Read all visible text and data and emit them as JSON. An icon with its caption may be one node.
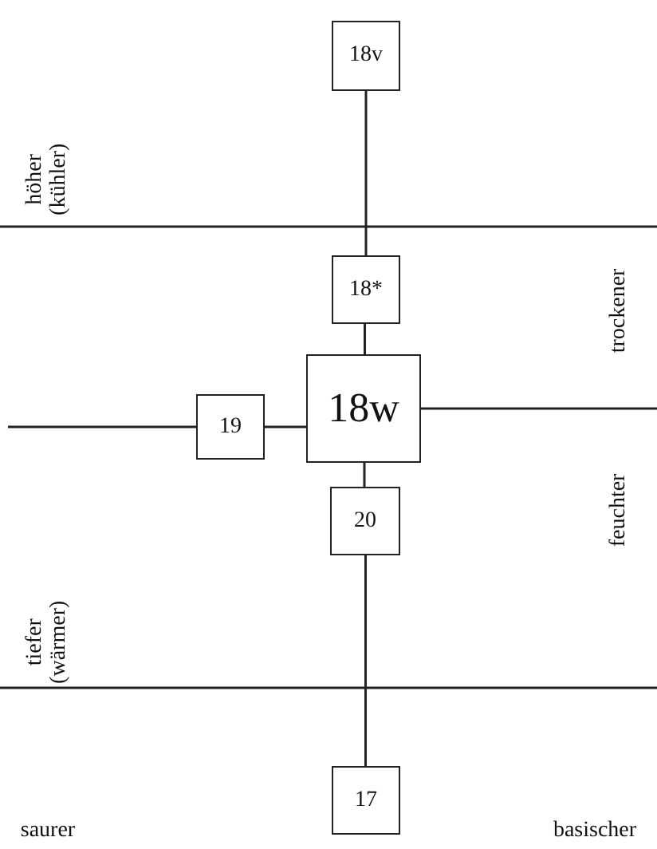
{
  "diagram": {
    "nodes": [
      {
        "text": [
          "18v"
        ]
      },
      {
        "text": [
          "18*"
        ]
      },
      {
        "text": [
          "19"
        ]
      },
      {
        "text": [
          "18w"
        ]
      },
      {
        "text": [
          "20"
        ]
      },
      {
        "text": [
          "17"
        ]
      }
    ],
    "edges": [
      {
        "from": 0,
        "to": 1,
        "arrow": "none"
      },
      {
        "from": null,
        "to": 2,
        "arrow": "none"
      },
      {
        "from": 2,
        "to": 3,
        "arrow": "none"
      },
      {
        "from": 3,
        "to": null,
        "arrow": "none"
      },
      {
        "from": 1,
        "to": 3,
        "arrow": "none"
      },
      {
        "from": 3,
        "to": 4,
        "arrow": "none"
      },
      {
        "from": 4,
        "to": 5,
        "arrow": "none"
      }
    ],
    "labels": [
      "höher (kühler)",
      "trockener",
      "feuchter",
      "tiefer (wärmer)",
      "saurer",
      "basischer"
    ]
  }
}
